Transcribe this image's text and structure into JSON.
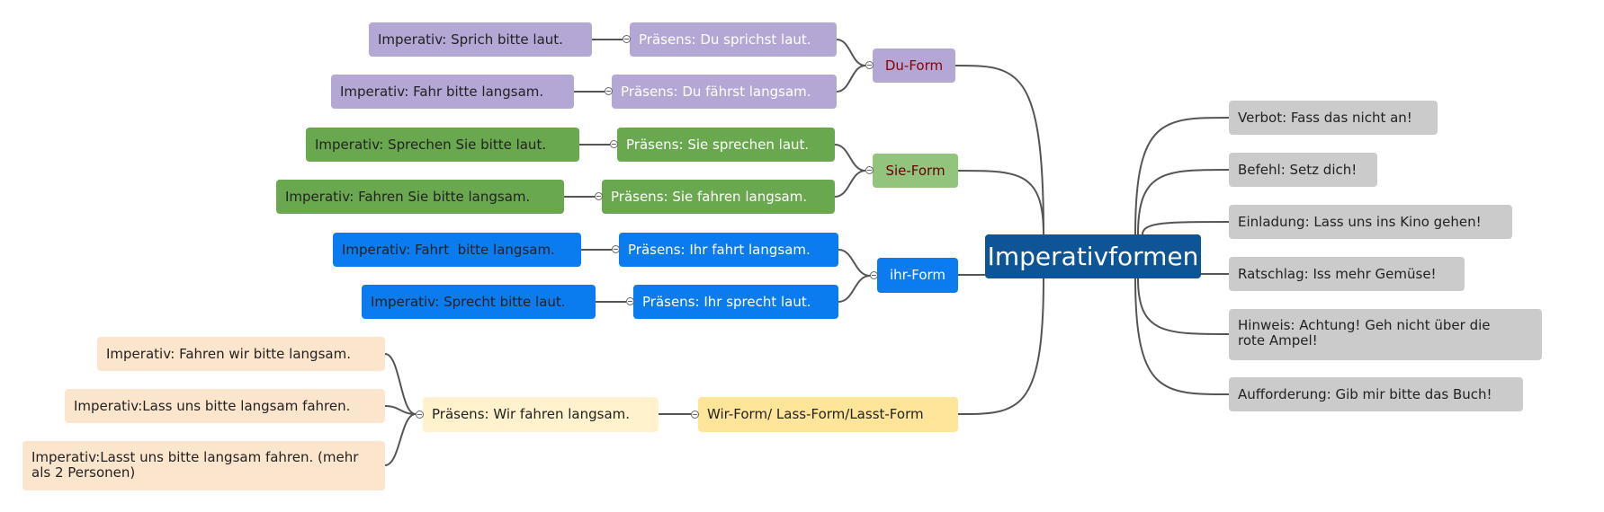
{
  "root": {
    "label": "Imperativformen"
  },
  "left_branches": [
    {
      "label": "Du-Form",
      "children": [
        {
          "praesens": "Präsens: Du sprichst laut.",
          "imperativ": [
            "Imperativ: Sprich bitte laut."
          ]
        },
        {
          "praesens": "Präsens: Du fährst langsam.",
          "imperativ": [
            "Imperativ: Fahr bitte langsam."
          ]
        }
      ]
    },
    {
      "label": "Sie-Form",
      "children": [
        {
          "praesens": "Präsens: Sie sprechen laut.",
          "imperativ": [
            "Imperativ: Sprechen Sie bitte laut."
          ]
        },
        {
          "praesens": "Präsens: Sie fahren langsam.",
          "imperativ": [
            "Imperativ: Fahren Sie bitte langsam."
          ]
        }
      ]
    },
    {
      "label": "ihr-Form",
      "children": [
        {
          "praesens": "Präsens: Ihr fahrt langsam.",
          "imperativ": [
            "Imperativ: Fahrt  bitte langsam."
          ]
        },
        {
          "praesens": "Präsens: Ihr sprecht laut.",
          "imperativ": [
            "Imperativ: Sprecht bitte laut."
          ]
        }
      ]
    },
    {
      "label": "Wir-Form/ Lass-Form/Lasst-Form",
      "children": [
        {
          "praesens": "Präsens: Wir fahren langsam.",
          "imperativ": [
            "Imperativ: Fahren wir bitte langsam.",
            "Imperativ:Lass uns bitte langsam fahren.",
            "Imperativ:Lasst uns bitte langsam fahren. (mehr als 2 Personen)"
          ]
        }
      ]
    }
  ],
  "right_branches": [
    "Verbot: Fass das nicht an!",
    "Befehl: Setz dich!",
    "Einladung: Lass uns ins Kino gehen!",
    "Ratschlag: Iss mehr Gemüse!",
    "Hinweis: Achtung! Geh nicht über die rote Ampel!",
    "Aufforderung: Gib mir bitte das Buch!"
  ],
  "colors": {
    "root": "#0e5598",
    "du": "#b4a7d6",
    "sie_branch": "#93c47d",
    "sie_leaf": "#6aa84f",
    "ihr": "#0b7cf0",
    "wir_branch": "#ffe599",
    "wir_praesens": "#fff2cc",
    "wir_imperativ": "#fce5cd",
    "right_leaf": "#cbcbcb",
    "connector": "#555555"
  }
}
